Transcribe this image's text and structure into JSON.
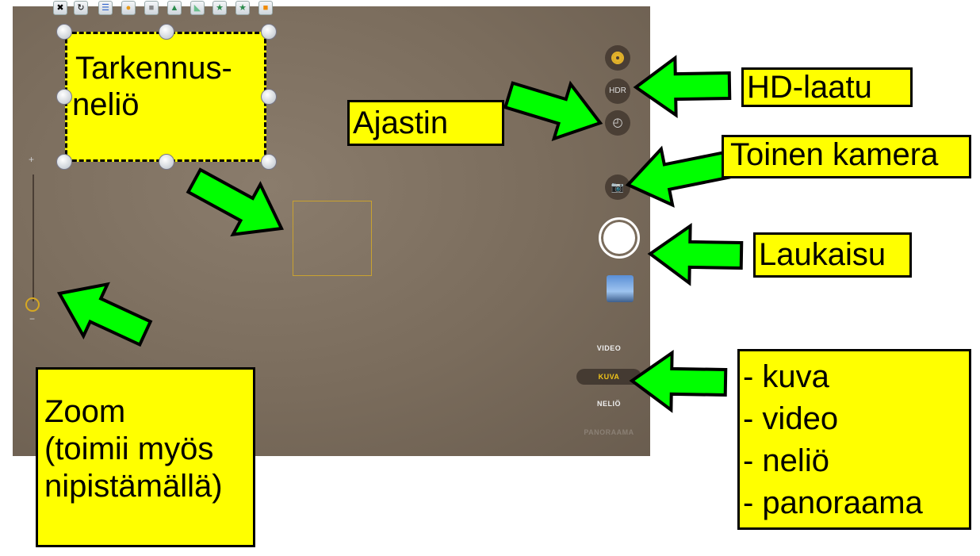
{
  "toolbar": {
    "icons": [
      "fit-icon",
      "rotate-icon",
      "properties-icon",
      "fill-icon",
      "arrange-icon",
      "bring-forward-icon",
      "send-backward-icon",
      "shape-icon",
      "shape-menu-icon",
      "color-icon"
    ]
  },
  "camera": {
    "buttons": {
      "hdr": "HDR",
      "live": "live-photo-icon",
      "timer": "timer-icon",
      "switch": "switch-camera-icon"
    },
    "zoom": {
      "plus": "+",
      "minus": "−",
      "level": 0.0
    },
    "modes": [
      "VIDEO",
      "KUVA",
      "NELIÖ",
      "PANORAAMA"
    ],
    "active_mode": "KUVA",
    "accent": "#f0c419"
  },
  "callouts": {
    "focus": [
      "Tarkennus-",
      "neliö"
    ],
    "timer": "Ajastin",
    "hd": "HD-laatu",
    "switch": "Toinen kamera",
    "shutter": "Laukaisu",
    "zoom": [
      "Zoom",
      "(toimii myös",
      "nipistämällä)"
    ],
    "modes": [
      "- kuva",
      "- video",
      "- neliö",
      "- panoraama"
    ]
  },
  "colors": {
    "callout": "#ffff00",
    "arrow": "#00ff00"
  }
}
